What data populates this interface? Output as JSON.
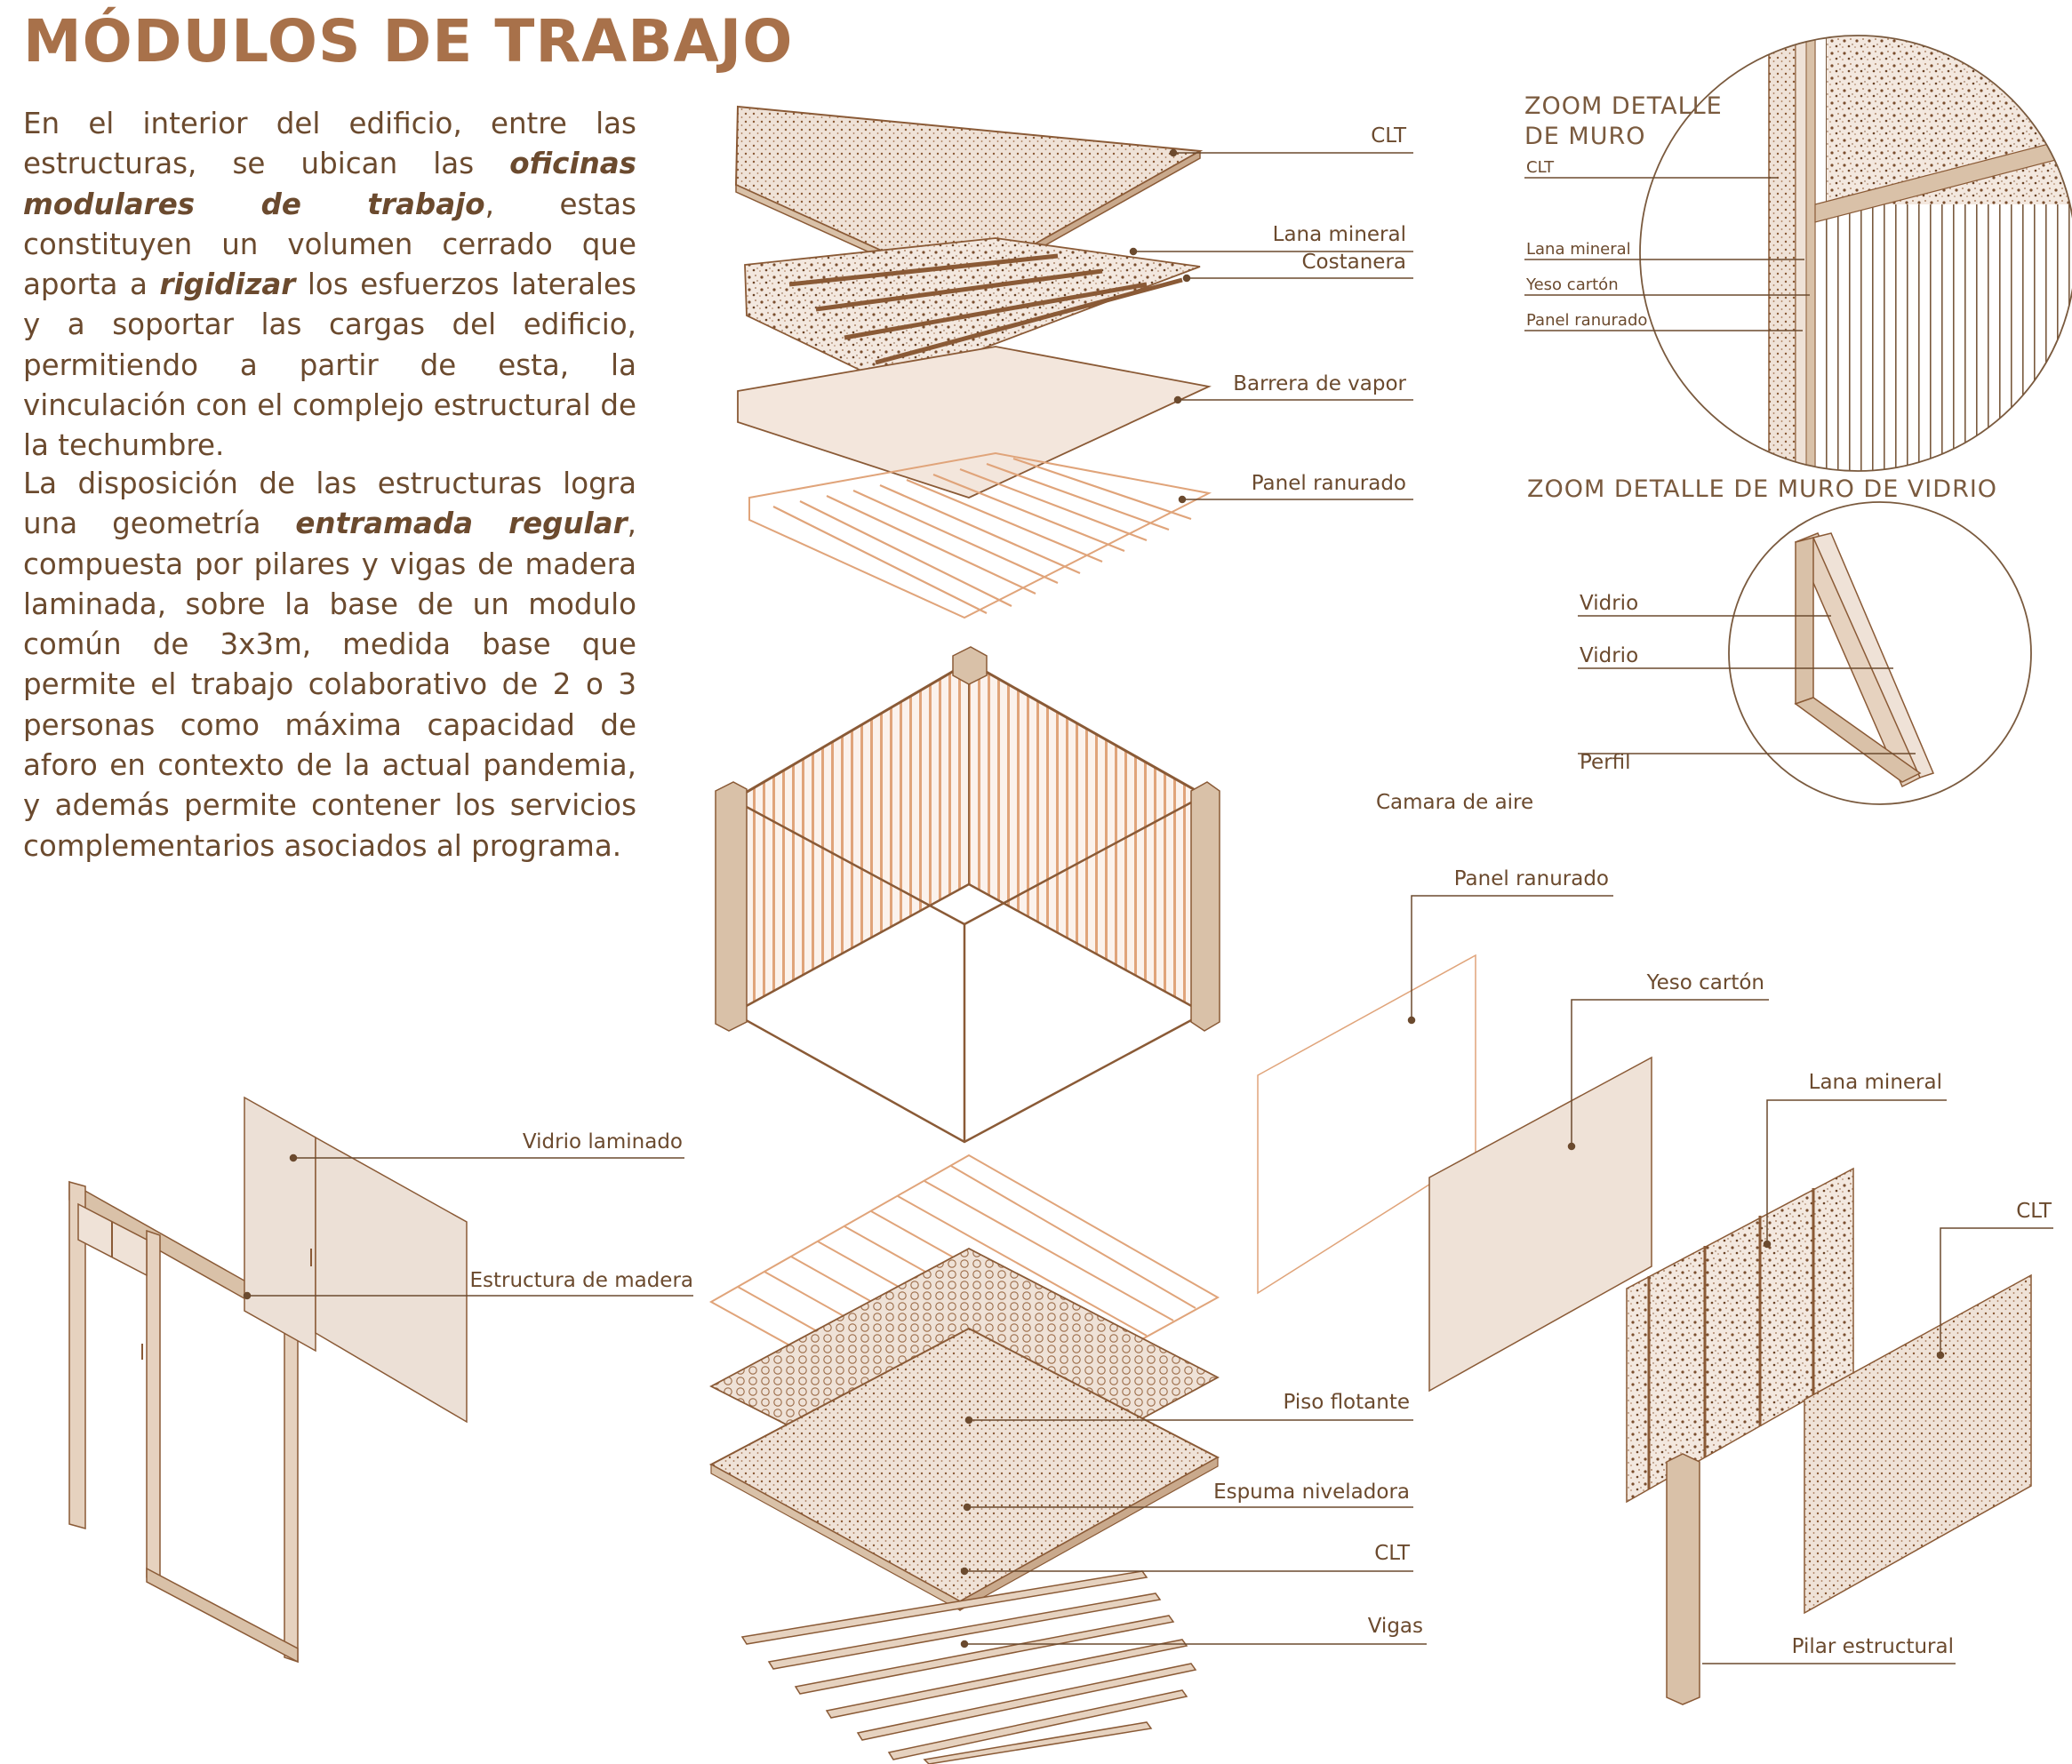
{
  "title": "MÓDULOS DE TRABAJO",
  "paragraph1": {
    "t1": "En el interior del edificio, entre las estructuras, se ubican las ",
    "b1": "oficinas modulares de trabajo",
    "t2": ", estas constituyen un volumen cerrado que aporta a ",
    "b2": "rigidizar",
    "t3": " los esfuerzos laterales y a soportar las cargas del edificio, permitiendo a partir de esta, la vinculación con el complejo estructural de la techumbre."
  },
  "paragraph2": {
    "t1": "La disposición de las estructuras logra una geometría ",
    "b1": "entramada regular",
    "t2": ", compuesta por pilares y vigas de madera laminada, sobre la base de un modulo común de 3x3m, medida base que permite el trabajo colaborativo de 2 o 3 personas como máxima capacidad de aforo en contexto de la actual pandemia, y además permite contener los servicios complementarios asociados al programa."
  },
  "roof_labels": [
    "CLT",
    "Lana mineral",
    "Costanera",
    "Barrera de vapor",
    "Panel ranurado"
  ],
  "wall_zoom": {
    "title_line1": "ZOOM DETALLE",
    "title_line2": "DE MURO",
    "labels": [
      "CLT",
      "Lana mineral",
      "Yeso cartón",
      "Panel ranurado"
    ]
  },
  "glass_zoom": {
    "title": "ZOOM DETALLE DE MURO DE VIDRIO",
    "labels": [
      "Vidrio",
      "Vidrio",
      "Perfil"
    ]
  },
  "camara_label": "Camara de aire",
  "wall_layers": [
    "Panel ranurado",
    "Yeso cartón",
    "Lana mineral",
    "CLT",
    "Pilar estructural"
  ],
  "glass_wall": [
    "Vidrio laminado",
    "Estructura de madera"
  ],
  "floor_labels": [
    "Piso flotante",
    "Espuma niveladora",
    "CLT",
    "Vigas"
  ],
  "colors": {
    "title": "#a8714a",
    "text": "#6b4a2e",
    "line": "#8a5a36",
    "panel_fill": "#ecdcd0",
    "wood": "#d9c1a8",
    "stripe": "#e0a47a"
  }
}
